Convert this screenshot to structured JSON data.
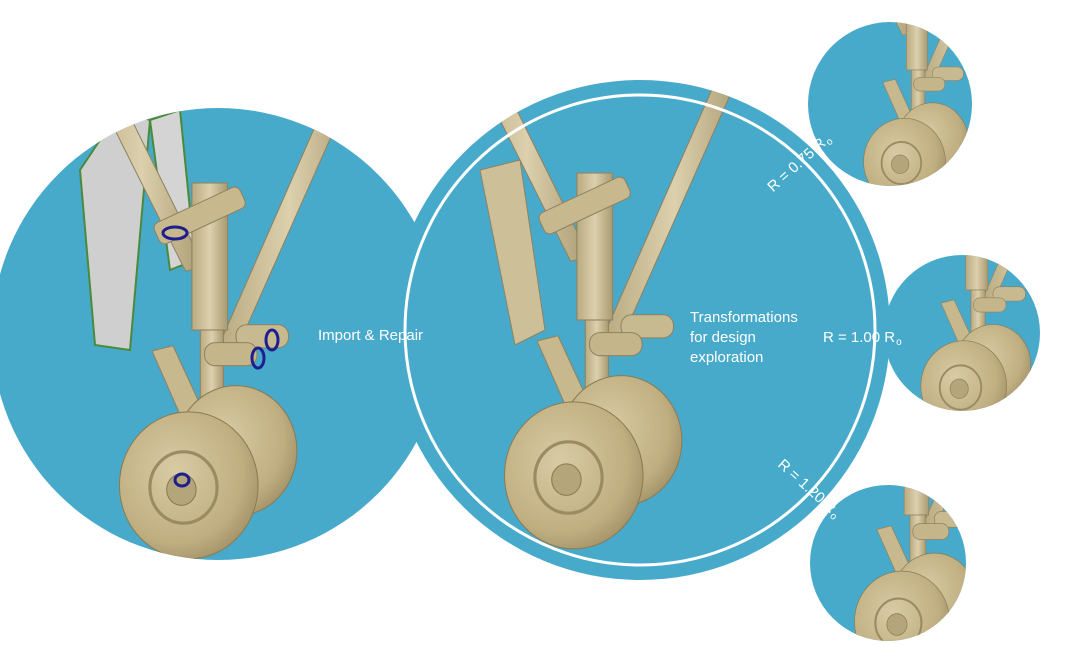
{
  "labels": {
    "import_repair": "Import & Repair",
    "transform_line1": "Transformations",
    "transform_line2": "for design",
    "transform_line3": "exploration",
    "r075_main": "R = 0.75 R",
    "r100_main": "R = 1.00 R",
    "r120_main": "R = 1.20 R",
    "subscript": "o"
  },
  "colors": {
    "circle_blue": "#48aacb",
    "ring_white": "#ffffff",
    "gear_tan": "#cdbf97",
    "gear_dark": "#8f8260",
    "panel_grey": "#c9c9c9",
    "highlight_navy": "#1f1e8e",
    "green_edge": "#4a8a3a"
  },
  "icons": [
    "landing-gear-illustration",
    "repair-highlight-ring"
  ]
}
